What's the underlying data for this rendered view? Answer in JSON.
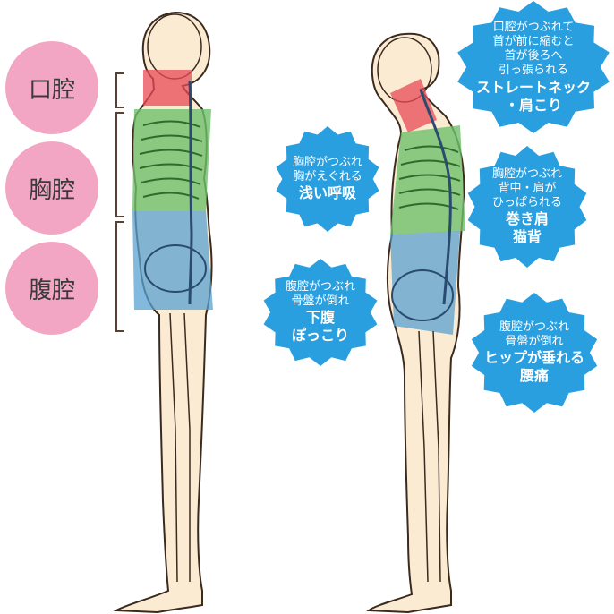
{
  "colors": {
    "label_circle": "#f2a6c3",
    "badge": "#2a9fe0",
    "skin": "#fbebd3",
    "outline": "#3b2a1e",
    "oral": "#e84a55",
    "chest": "#6ec06a",
    "abdomen": "#5aa2d0"
  },
  "labels": [
    "口腔",
    "胸腔",
    "腹腔"
  ],
  "badges": {
    "neck": {
      "small": [
        "口腔がつぶれて",
        "首が前に縮むと",
        "首が後ろへ",
        "引っ張られる"
      ],
      "large": [
        "ストレートネック",
        "・肩こり"
      ]
    },
    "breath": {
      "small": [
        "胸腔がつぶれ",
        "胸がえぐれる"
      ],
      "large": [
        "浅い呼吸"
      ]
    },
    "shoulder": {
      "small": [
        "胸腔がつぶれ",
        "背中・肩が",
        "ひっぱられる"
      ],
      "large": [
        "巻き肩",
        "猫背"
      ]
    },
    "belly": {
      "small": [
        "腹腔がつぶれ",
        "骨盤が倒れ"
      ],
      "large": [
        "下腹",
        "ぽっこり"
      ]
    },
    "hip": {
      "small": [
        "腹腔がつぶれ",
        "骨盤が倒れ"
      ],
      "large": [
        "ヒップが垂れる",
        "腰痛"
      ]
    }
  }
}
